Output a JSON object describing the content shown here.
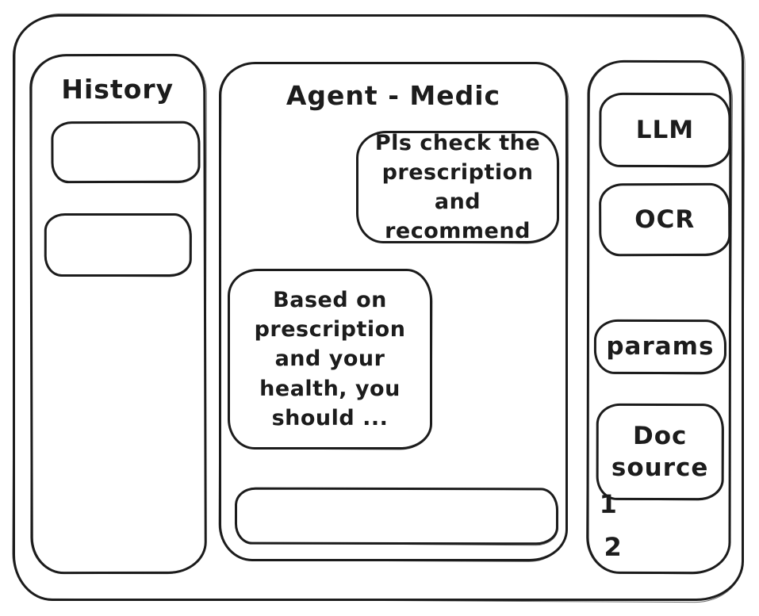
{
  "colors": {
    "stroke": "#1c1c1c",
    "background": "#ffffff"
  },
  "history_panel": {
    "title": "History",
    "items": [
      {
        "label": ""
      },
      {
        "label": ""
      }
    ]
  },
  "chat_panel": {
    "title": "Agent - Medic",
    "messages": [
      {
        "role": "user",
        "text": "Pls check the\nprescription\nand recommend"
      },
      {
        "role": "assistant",
        "text": "Based on\nprescription\nand your\nhealth, you\nshould ..."
      }
    ],
    "input": {
      "value": ""
    }
  },
  "tools_panel": {
    "buttons": [
      {
        "id": "llm",
        "label": "LLM"
      },
      {
        "id": "ocr",
        "label": "OCR"
      },
      {
        "id": "params",
        "label": "params"
      },
      {
        "id": "doc-source",
        "label": "Doc\nsource"
      }
    ],
    "doc_items": [
      "1",
      "2"
    ]
  }
}
